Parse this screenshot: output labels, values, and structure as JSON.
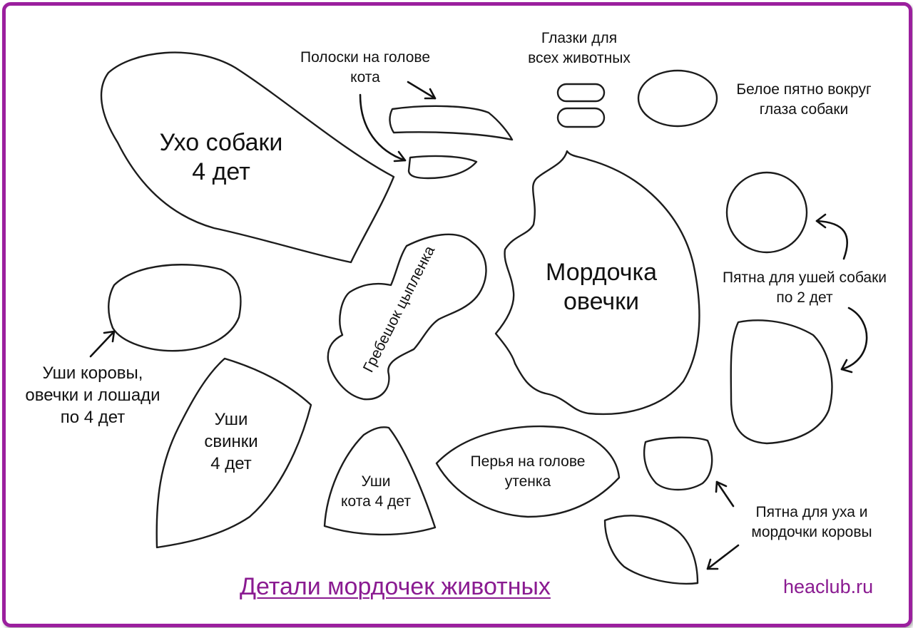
{
  "title": "Детали мордочек животных",
  "site": "heaclub.ru",
  "parts": {
    "dog_ear": {
      "line1": "Ухо собаки",
      "line2": "4 дет"
    },
    "cat_stripes": {
      "line1": "Полоски на голове",
      "line2": "кота"
    },
    "eyes": {
      "line1": "Глазки для",
      "line2": "всех животных"
    },
    "dog_eye_spot": {
      "line1": "Белое пятно вокруг",
      "line2": "глаза собаки"
    },
    "sheep_face": {
      "line1": "Мордочка",
      "line2": "овечки"
    },
    "chick_comb": {
      "line1": "Гребешок цыпленка"
    },
    "dog_ear_spots": {
      "line1": "Пятна для ушей собаки",
      "line2": "по 2 дет"
    },
    "cow_ears": {
      "line1": "Уши коровы,",
      "line2": "овечки и лошади",
      "line3": "по 4 дет"
    },
    "pig_ears": {
      "line1": "Уши",
      "line2": "свинки",
      "line3": "4 дет"
    },
    "cat_ears": {
      "line1": "Уши",
      "line2": "кота 4 дет"
    },
    "duck_feathers": {
      "line1": "Перья на голове",
      "line2": "утенка"
    },
    "cow_spots": {
      "line1": "Пятна для уха и",
      "line2": "мордочки коровы"
    }
  },
  "colors": {
    "frame": "#9b1f9e",
    "title": "#8a1b91",
    "outline": "#1c1c1c"
  }
}
